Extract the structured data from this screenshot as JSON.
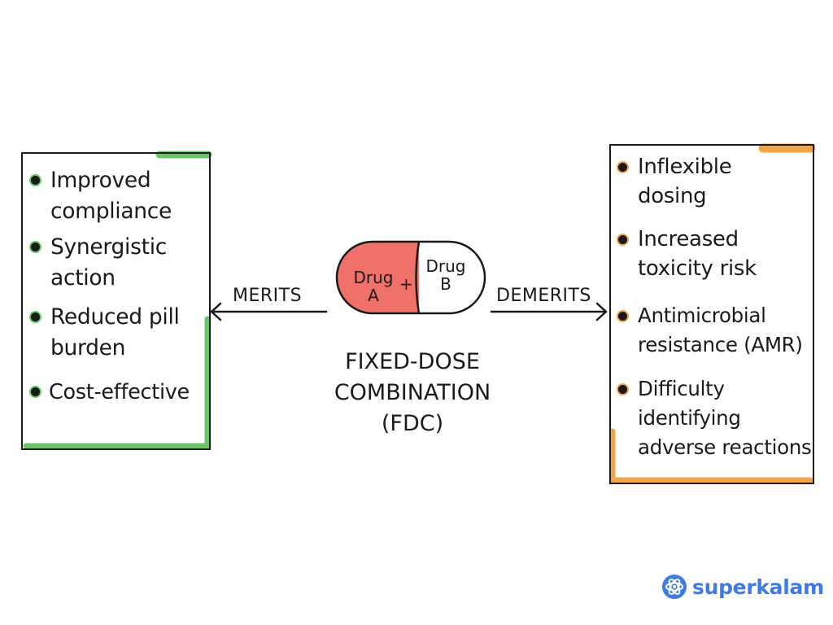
{
  "merits": {
    "label": "MERITS",
    "items": [
      "Improved compliance",
      "Synergistic action",
      "Reduced pill burden",
      "Cost-effective"
    ]
  },
  "demerits": {
    "label": "DEMERITS",
    "items": [
      "Inflexible dosing",
      "Increased toxicity risk",
      "Antimicrobial resistance (AMR)",
      "Difficulty identifying adverse reactions"
    ]
  },
  "pill": {
    "left_label": "Drug A",
    "plus": "+",
    "right_label": "Drug B"
  },
  "center": {
    "title": "FIXED-DOSE COMBINATION (FDC)"
  },
  "brand": {
    "name": "superkalam"
  },
  "colors": {
    "merits_accent": "#6cc46a",
    "demerits_accent": "#f2a447",
    "pill_red": "#f0706a",
    "brand_blue": "#3e7ae8"
  }
}
